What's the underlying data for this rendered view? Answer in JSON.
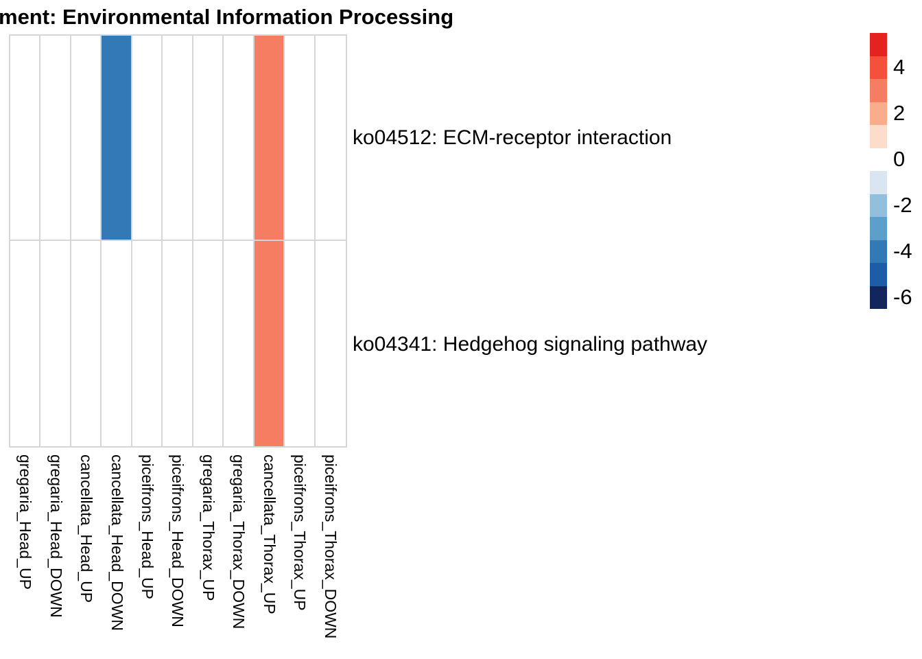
{
  "title": "ment: Environmental Information Processing",
  "chart_data": {
    "type": "heatmap",
    "title": "ment: Environmental Information Processing",
    "title_note": "title is clipped at the left edge of the image",
    "columns": [
      "gregaria_Head_UP",
      "gregaria_Head_DOWN",
      "cancellata_Head_UP",
      "cancellata_Head_DOWN",
      "piceifrons_Head_UP",
      "piceifrons_Head_DOWN",
      "gregaria_Thorax_UP",
      "gregaria_Thorax_DOWN",
      "cancellata_Thorax_UP",
      "piceifrons_Thorax_UP",
      "piceifrons_Thorax_DOWN"
    ],
    "rows": [
      "ko04512: ECM-receptor interaction",
      "ko04341: Hedgehog signaling pathway"
    ],
    "values": [
      [
        null,
        null,
        null,
        -4,
        null,
        null,
        null,
        null,
        3,
        null,
        null
      ],
      [
        null,
        null,
        null,
        null,
        null,
        null,
        null,
        null,
        3,
        null,
        null
      ]
    ],
    "values_note": "null = empty/white cell; numbers estimated by matching cell color to legend blocks",
    "cell_colors": {
      "blue_cell": "#3379B6",
      "orange_cell": "#F57E62",
      "empty": "#FFFFFF"
    },
    "grid_line_color": "#D6D6D6",
    "legend": {
      "position": "right",
      "colors": [
        "#E42320",
        "#F4503C",
        "#F57E62",
        "#F9AD8D",
        "#FCDCCB",
        "#FFFFFF",
        "#D9E6F2",
        "#92BFDB",
        "#5B9FCA",
        "#3379B6",
        "#1D5CA6",
        "#12265C"
      ],
      "block_values": [
        5,
        4,
        3,
        2,
        1,
        0,
        -1,
        -2,
        -3,
        -4,
        -5,
        -6
      ],
      "tick_labels": [
        "4",
        "2",
        "0",
        "-2",
        "-4",
        "-6"
      ],
      "tick_block_indices": [
        1,
        3,
        5,
        7,
        9,
        11
      ]
    },
    "value_range": [
      -6,
      5
    ]
  }
}
